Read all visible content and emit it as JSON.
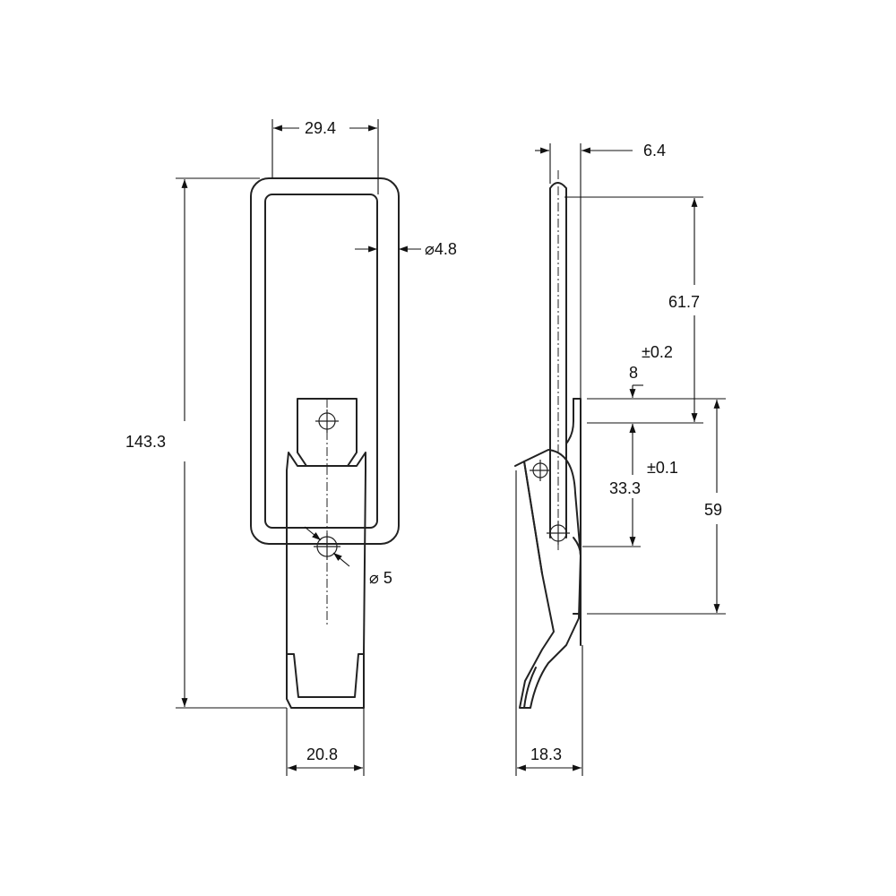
{
  "front_view": {
    "width_29_4": "29.4",
    "diameter_4_8": "⌀4.8",
    "height_143_3": "143.3",
    "diameter_5": "⌀ 5",
    "width_20_8": "20.8"
  },
  "side_view": {
    "thickness_6_4": "6.4",
    "height_61_7": "61.7",
    "tol_0_2": "±0.2",
    "dim_8": "8",
    "dim_33_3": "33.3",
    "tol_0_1": "±0.1",
    "dim_59": "59",
    "width_18_3": "18.3"
  },
  "colors": {
    "line": "#222222",
    "background": "#ffffff"
  }
}
